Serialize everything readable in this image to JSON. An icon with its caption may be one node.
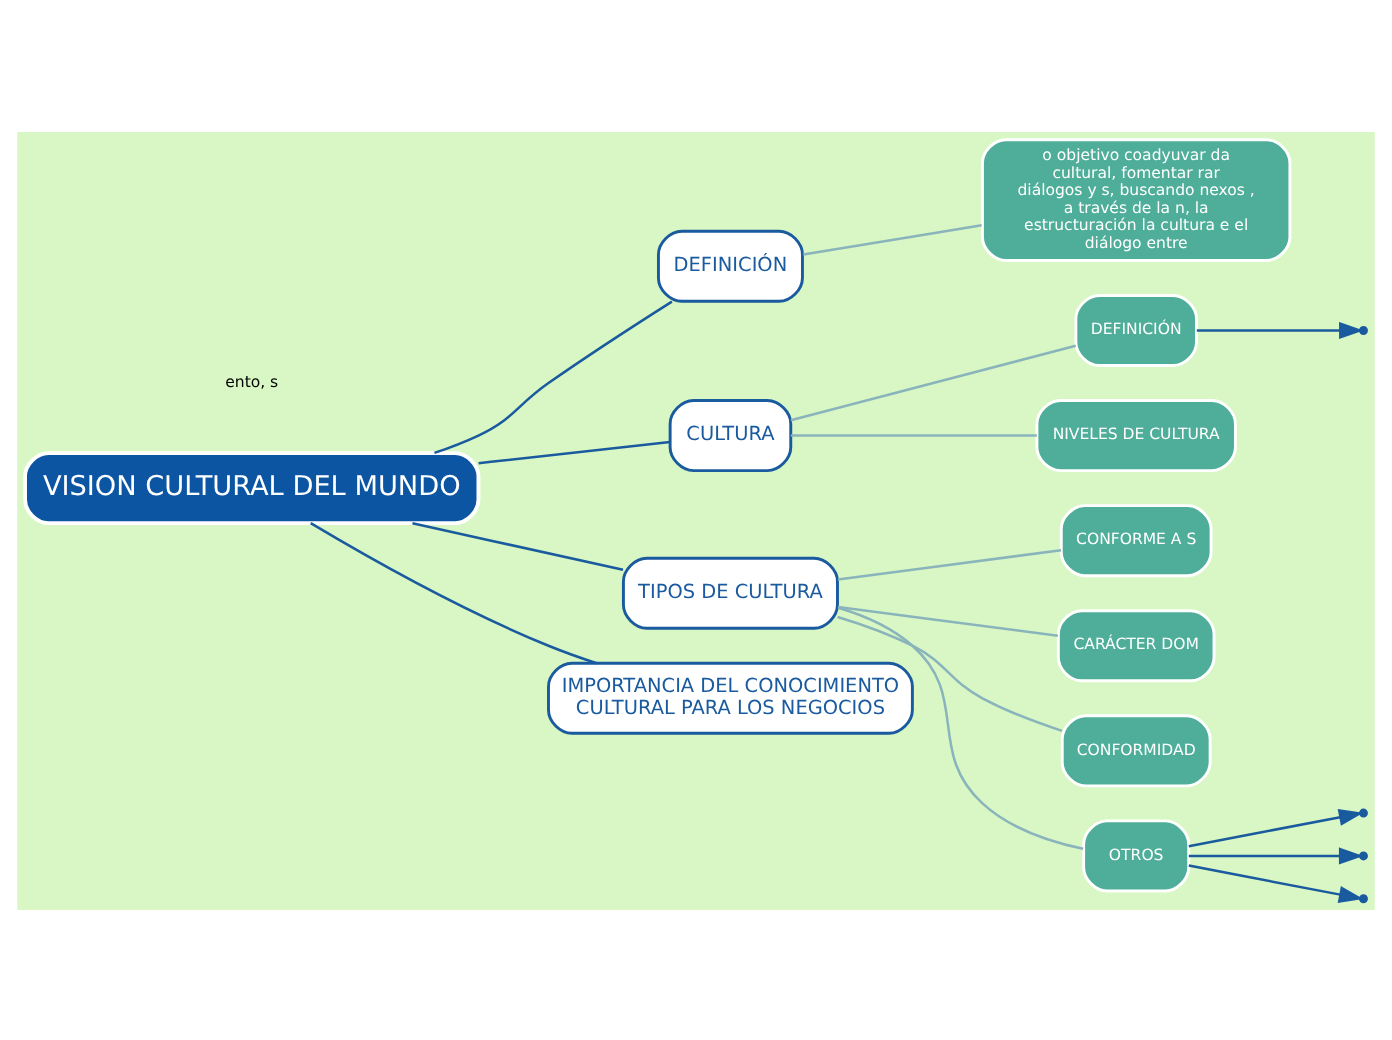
{
  "diagram": {
    "nodes": [
      {
        "text": [
          "VISION CULTURAL DEL MUNDO"
        ]
      },
      {
        "text": [
          "DEFINICIÓN"
        ]
      },
      {
        "text": [
          "o objetivo coadyuvar da cultural, fomentar rar diálogos y s, buscando nexos , a través de la n, la estructuración la cultura e el diálogo entre"
        ]
      },
      {
        "text": [
          "CULTURA"
        ]
      },
      {
        "text": [
          "DEFINICIÓN"
        ]
      },
      {
        "text": [
          "NIVELES DE CULTURA"
        ]
      },
      {
        "text": [
          "TIPOS DE CULTURA"
        ]
      },
      {
        "text": [
          "CONFORME A S"
        ]
      },
      {
        "text": [
          "CARÁCTER DOM"
        ]
      },
      {
        "text": [
          "CONFORMIDAD"
        ]
      },
      {
        "text": [
          "OTROS"
        ]
      },
      {
        "text": [
          "IMPORTANCIA DEL CONOCIMIENTO CULTURAL PARA LOS NEGOCIOS"
        ]
      }
    ],
    "edges": [
      {
        "from": 0,
        "to": 1,
        "arrow": "none",
        "color": "#1a5a9e"
      },
      {
        "from": 1,
        "to": 2,
        "arrow": "none",
        "color": "#8ab4bc"
      },
      {
        "from": 0,
        "to": 3,
        "arrow": "none",
        "color": "#1a5a9e"
      },
      {
        "from": 3,
        "to": 4,
        "arrow": "none",
        "color": "#8ab4bc"
      },
      {
        "from": 3,
        "to": 5,
        "arrow": "none",
        "color": "#8ab4bc"
      },
      {
        "from": 4,
        "to": null,
        "arrow": "to",
        "color": "#1a5a9e"
      },
      {
        "from": 0,
        "to": 6,
        "arrow": "none",
        "color": "#1a5a9e"
      },
      {
        "from": 6,
        "to": 7,
        "arrow": "none",
        "color": "#8ab4bc"
      },
      {
        "from": 6,
        "to": 8,
        "arrow": "none",
        "color": "#8ab4bc"
      },
      {
        "from": 6,
        "to": 9,
        "arrow": "none",
        "color": "#8ab4bc"
      },
      {
        "from": 6,
        "to": 10,
        "arrow": "none",
        "color": "#8ab4bc"
      },
      {
        "from": 10,
        "to": null,
        "arrow": "to",
        "color": "#1a5a9e"
      },
      {
        "from": 10,
        "to": null,
        "arrow": "to",
        "color": "#1a5a9e"
      },
      {
        "from": 10,
        "to": null,
        "arrow": "to",
        "color": "#1a5a9e"
      },
      {
        "from": 0,
        "to": 11,
        "arrow": "none",
        "color": "#1a5a9e"
      }
    ],
    "labels": [
      "ento, s"
    ]
  }
}
